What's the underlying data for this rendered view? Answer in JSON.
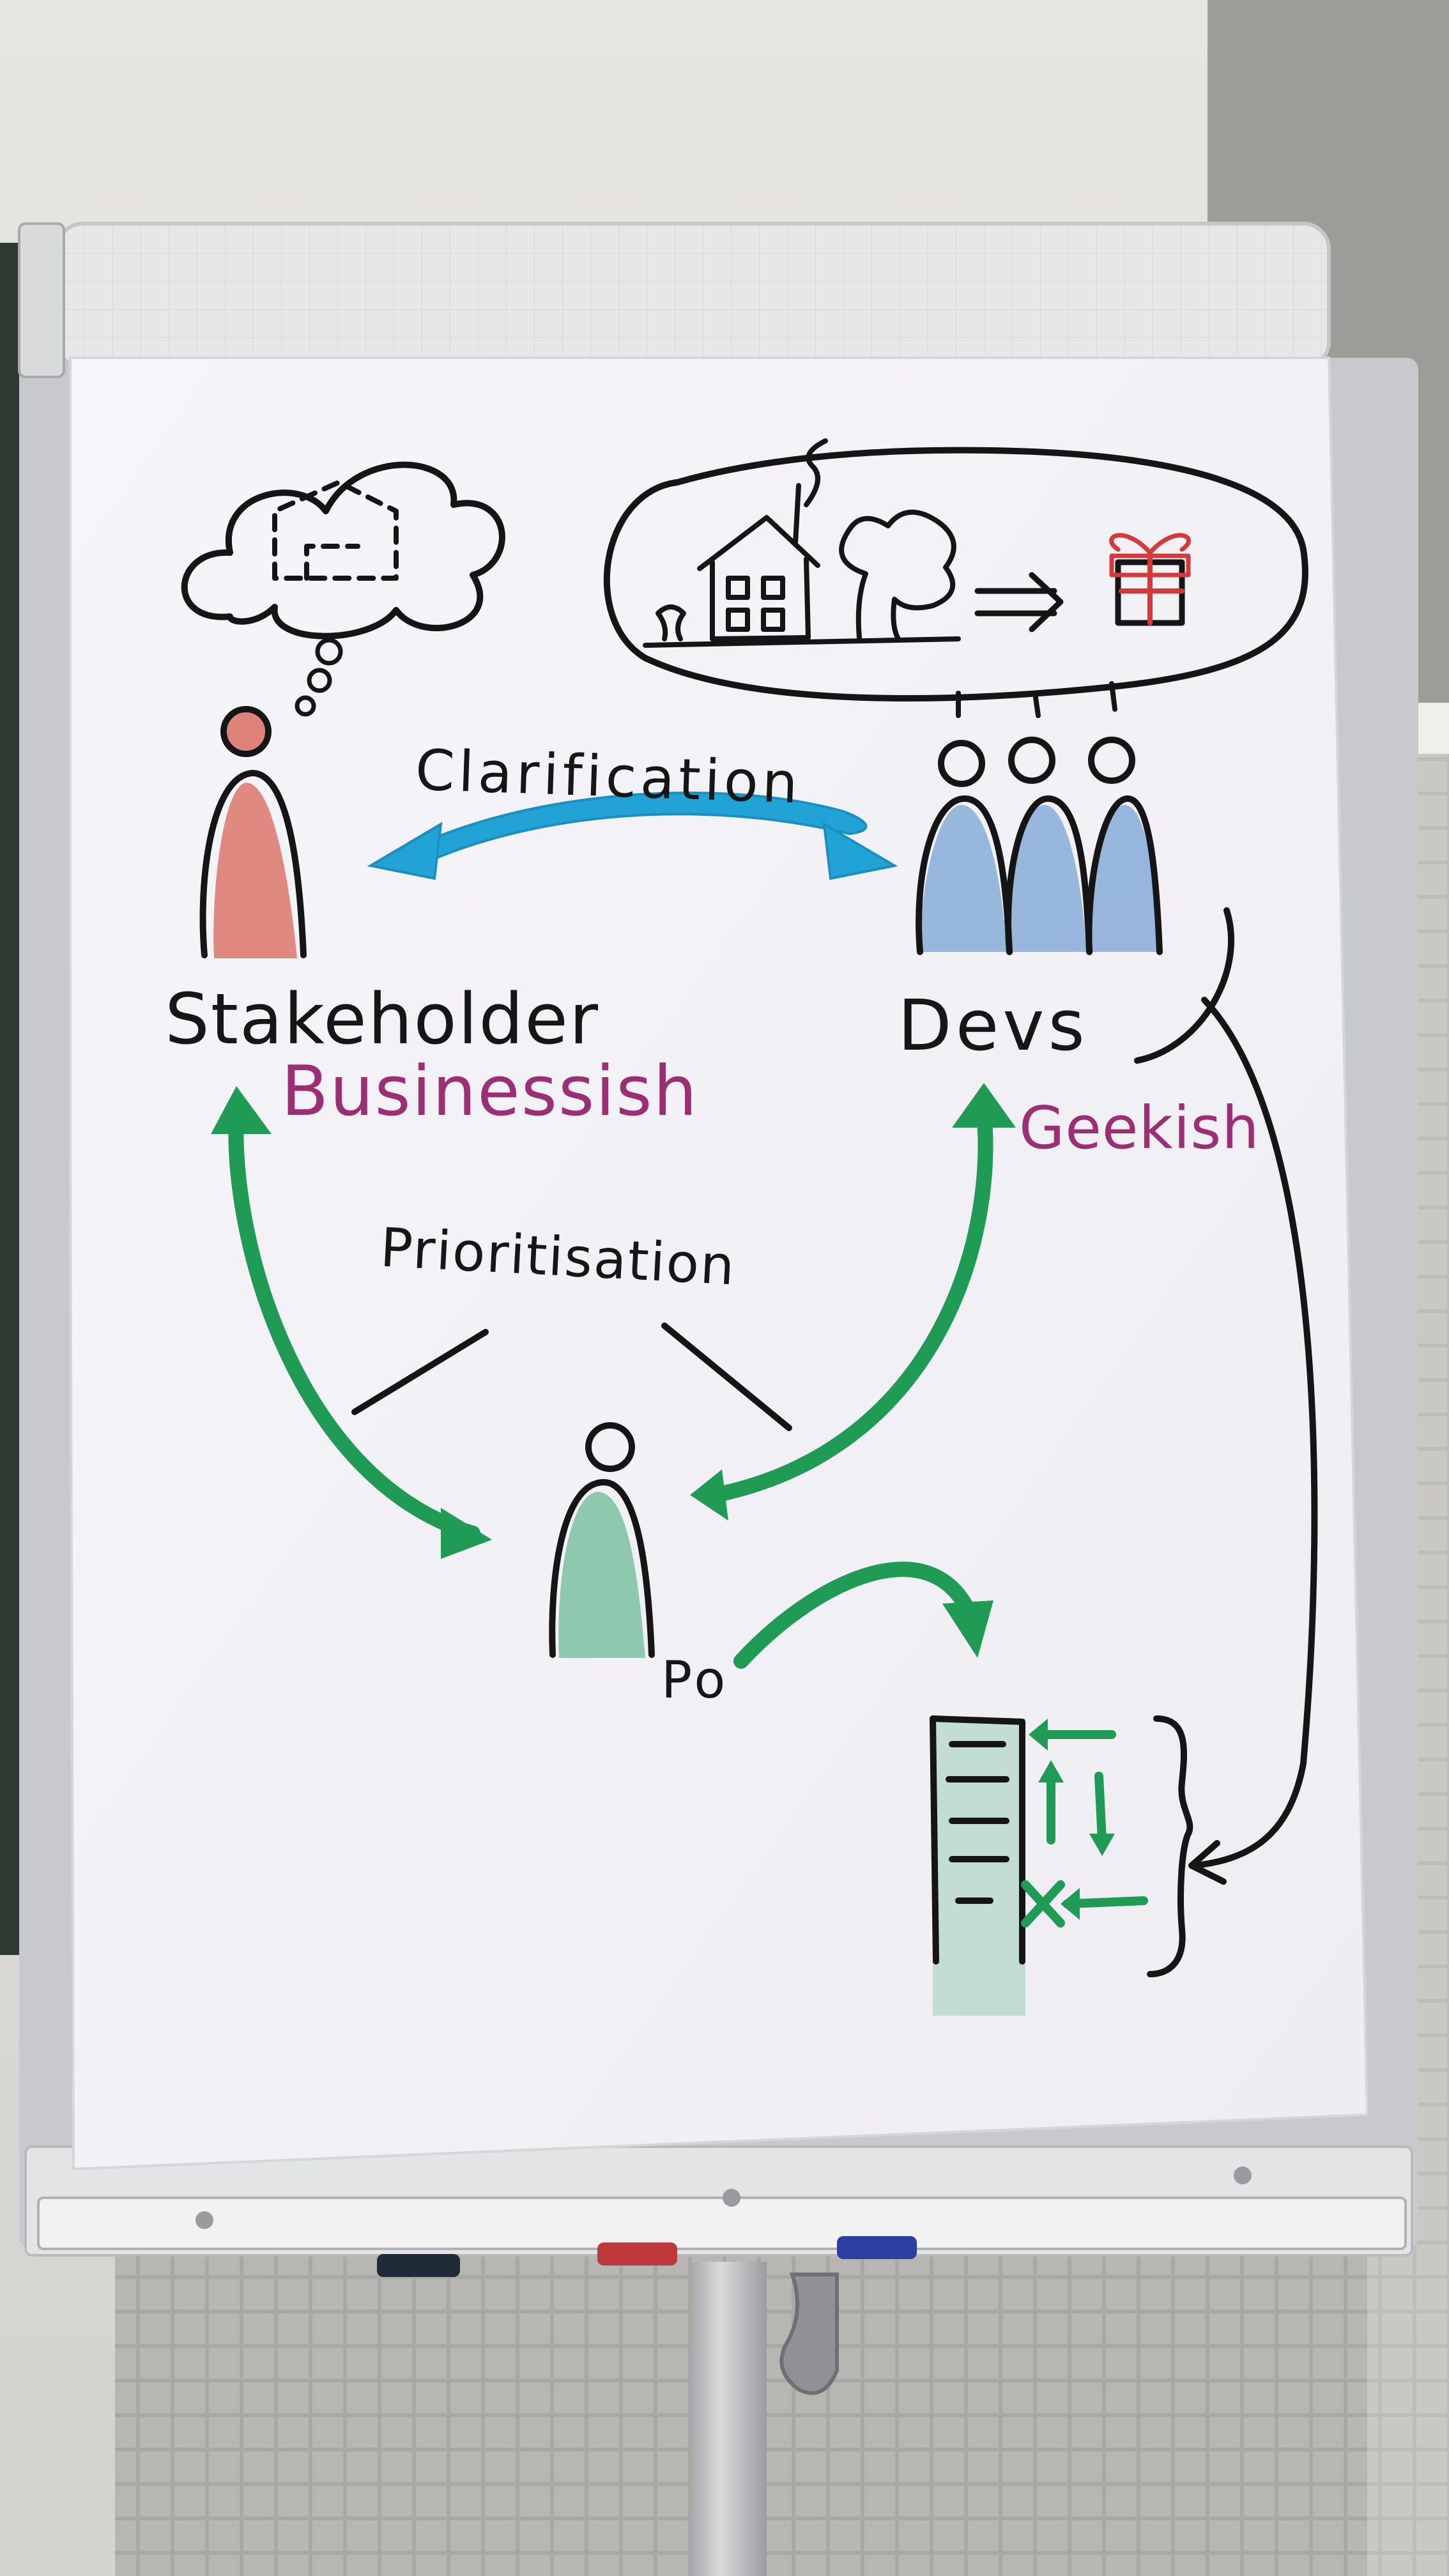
{
  "flipchart": {
    "labels": {
      "clarification": "Clarification",
      "stakeholder": "Stakeholder",
      "businessish": "Businessish",
      "devs": "Devs",
      "geekish": "Geekish",
      "prioritisation": "Prioritisation",
      "po": "Po"
    },
    "colors": {
      "stakeholder_fill": "#d9665a",
      "devs_fill": "#4f86c9",
      "po_fill": "#3da874",
      "clarification_arrow": "#22a3d6",
      "green_arrows": "#1f9b55",
      "magenta_text": "#9c2e74",
      "gift_red": "#d43a3a"
    },
    "icons": [
      "thought-cloud-icon",
      "dashed-house-icon",
      "speech-bubble-icon",
      "house-icon",
      "tree-icon",
      "gift-icon",
      "backlog-icon"
    ]
  },
  "markers": [
    {
      "name": "black-marker",
      "color": "#1d2c36"
    },
    {
      "name": "red-marker",
      "color": "#c0393a"
    },
    {
      "name": "blue-marker",
      "color": "#2a3fa0"
    }
  ]
}
